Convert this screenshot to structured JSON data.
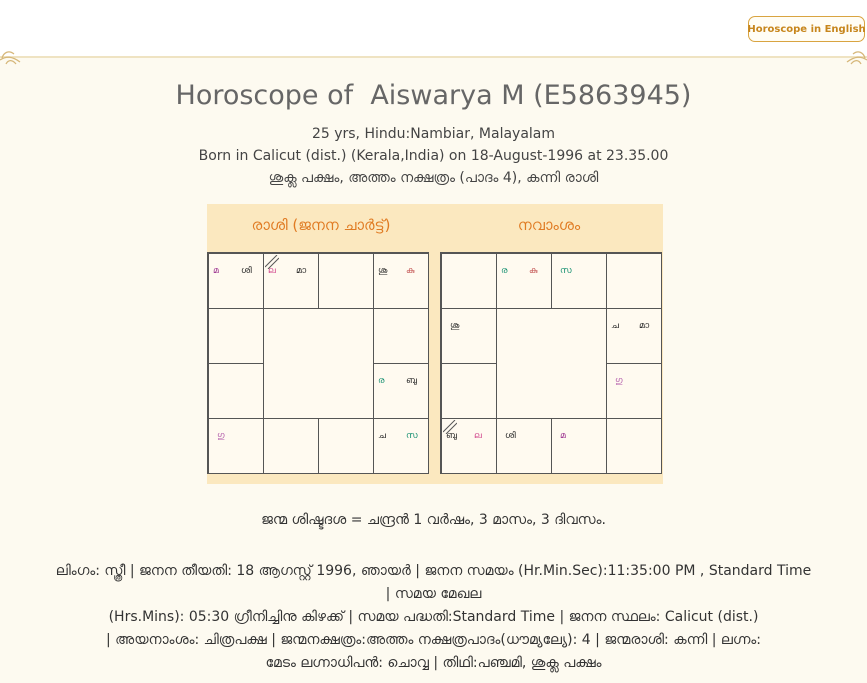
{
  "top_button": {
    "label": "Horoscope in English"
  },
  "header": {
    "title_prefix": "Horoscope of",
    "name": "Aiswarya M (E5863945)",
    "line1": "25 yrs, Hindu:Nambiar, Malayalam",
    "line2": "Born in Calicut (dist.) (Kerala,India) on 18-August-1996 at 23.35.00",
    "line3": "ശുക്ല പക്ഷം, അത്തം നക്ഷത്രം (പാദം 4), കന്നി രാശി"
  },
  "rasi": {
    "title": "രാശി (ജനന ചാർട്ട്)",
    "c0": [
      {
        "t": "മ",
        "c": "#9b2f8e"
      },
      {
        "t": "ശി",
        "c": "#222"
      }
    ],
    "c1": [
      {
        "t": "ല",
        "c": "#d0428a"
      },
      {
        "t": "മാ",
        "c": "#222"
      }
    ],
    "c3": [
      {
        "t": "ശു",
        "c": "#222"
      },
      {
        "t": "കു",
        "c": "#c04a4a"
      }
    ],
    "c7": [
      {
        "t": "ര",
        "c": "#0a8a6a"
      },
      {
        "t": "ബു",
        "c": "#222"
      }
    ],
    "c8": [
      {
        "t": "ഗു",
        "c": "#b056a8"
      }
    ],
    "c11": [
      {
        "t": "ച",
        "c": "#222"
      },
      {
        "t": "സ",
        "c": "#0a8a6a"
      }
    ]
  },
  "navamsa": {
    "title": "നവാംശം",
    "c1": [
      {
        "t": "ര",
        "c": "#0a8a6a"
      },
      {
        "t": "കു",
        "c": "#c04a4a"
      }
    ],
    "c2": [
      {
        "t": "സ",
        "c": "#0a8a6a"
      }
    ],
    "c4": [
      {
        "t": "ശു",
        "c": "#222"
      }
    ],
    "c5": [
      {
        "t": "ച",
        "c": "#222"
      },
      {
        "t": "മാ",
        "c": "#222"
      }
    ],
    "c7": [
      {
        "t": "ഗു",
        "c": "#b056a8"
      }
    ],
    "c11": [
      {
        "t": "ബു",
        "c": "#222"
      },
      {
        "t": "ല",
        "c": "#d0428a"
      }
    ],
    "c10": [
      {
        "t": "ശി",
        "c": "#222"
      }
    ],
    "c9": [
      {
        "t": "മ",
        "c": "#9b2f8e"
      }
    ]
  },
  "dasa": "ജന്മ ശിഷ്ടദശ = ചന്ദ്രൻ 1 വർഷം, 3 മാസം, 3 ദിവസം.",
  "details": {
    "line1": "ലിംഗം: സ്ത്രീ | ജനന തീയതി: 18 ആഗസ്റ്റ് 1996, ഞായർ | ജനന സമയം (Hr.Min.Sec):11:35:00 PM , Standard Time",
    "line2": "| സമയ മേഖല",
    "line3": "(Hrs.Mins): 05:30 ഗ്രീനിച്ചിനു കിഴക്ക് | സമയ പദ്ധതി:Standard Time | ജനന സ്ഥലം: Calicut (dist.)",
    "line4": "| അയനാംശം: ചിത്രപക്ഷ | ജന്മനക്ഷത്രം:അത്തം നക്ഷത്രപാദം(ധൗമ്യല്യേ): 4 | ജന്മരാശി: കന്നി | ലഗ്നം:",
    "line5": "മേടം ലഗ്നാധിപൻ: ചൊവ്വ | തിഥി:പഞ്ചമി, ശുക്ല പക്ഷം"
  }
}
